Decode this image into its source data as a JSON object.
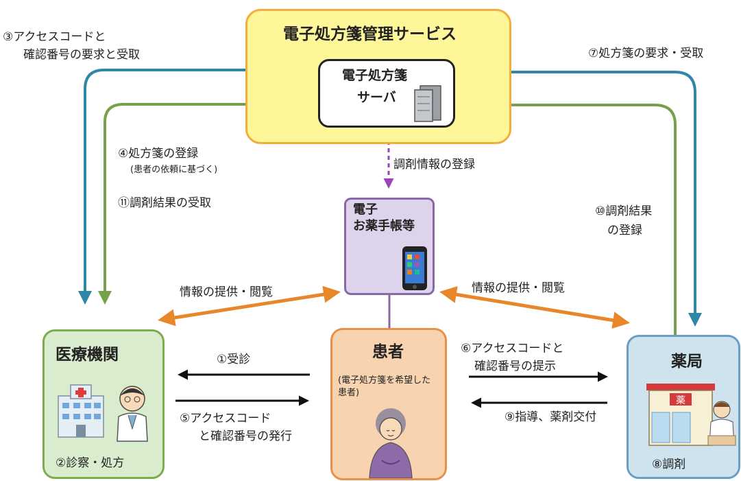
{
  "service": {
    "title": "電子処方箋管理サービス"
  },
  "server": {
    "line1": "電子処方箋",
    "line2": "サーバ"
  },
  "notebook": {
    "line1": "電子",
    "line2": "お薬手帳等"
  },
  "clinic": {
    "title": "医療機関",
    "footer": "②診察・処方"
  },
  "patient": {
    "title": "患者",
    "note_line1": "(電子処方箋を希望した",
    "note_line2": "患者)"
  },
  "pharmacy": {
    "title": "薬局",
    "footer": "⑧調剤",
    "sign": "薬"
  },
  "labels": {
    "step3_line1": "③アクセスコードと",
    "step3_line2": "確認番号の要求と受取",
    "step7": "⑦処方箋の要求・受取",
    "step4_line1": "④処方箋の登録",
    "step4_line2": "(患者の依頼に基づく)",
    "step11": "⑪調剤結果の受取",
    "dispense_info": "調剤情報の登録",
    "step10_line1": "⑩調剤結果",
    "step10_line2": "の登録",
    "info_left": "情報の提供・閲覧",
    "info_right": "情報の提供・閲覧",
    "step1": "①受診",
    "step5_line1": "⑤アクセスコード",
    "step5_line2": "と確認番号の発行",
    "step6_line1": "⑥アクセスコードと",
    "step6_line2": "確認番号の提示",
    "step9": "⑨指導、薬剤交付"
  },
  "colors": {
    "teal_arrow": "#2f86a6",
    "green_arrow": "#76a04a",
    "orange_arrow": "#e8862a",
    "purple_dashed": "#9b45b8",
    "black_arrow": "#111111"
  }
}
